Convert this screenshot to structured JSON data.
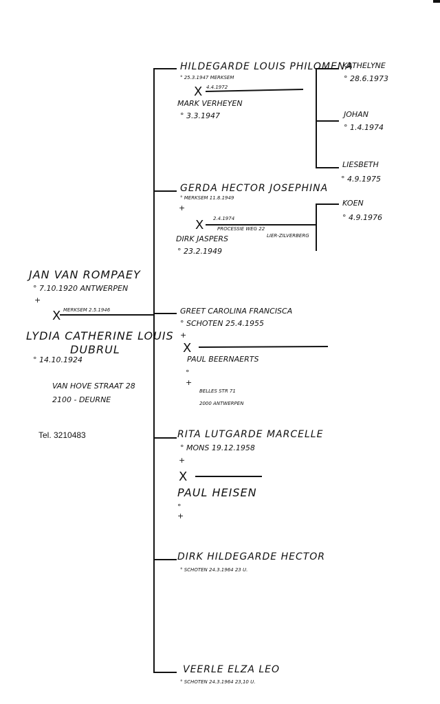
{
  "parents": {
    "father_name": "JAN VAN ROMPAEY",
    "father_birth": "° 7.10.1920 ANTWERPEN",
    "father_death": "+",
    "marriage": "MERKSEM 2.5.1946",
    "mother_name": "LYDIA CATHERINE LOUIS",
    "mother_surname": "DUBRUL",
    "mother_birth": "° 14.10.1924",
    "address_street": "VAN HOVE STRAAT 28",
    "address_city": "2100 - DEURNE",
    "phone": "Tel. 3210483"
  },
  "children": [
    {
      "name": "HILDEGARDE LOUIS PHILOMENA",
      "birth": "° 25.3.1947 MERKSEM",
      "marriage": "4.4.1972",
      "spouse": "MARK VERHEYEN",
      "spouse_birth": "° 3.3.1947",
      "grandchildren": [
        {
          "name": "KATHELYNE",
          "birth": "° 28.6.1973"
        },
        {
          "name": "JOHAN",
          "birth": "° 1.4.1974"
        },
        {
          "name": "LIESBETH",
          "birth": "° 4.9.1975"
        }
      ]
    },
    {
      "name": "GERDA HECTOR JOSEPHINA",
      "birth": "° MERKSEM 11.8.1949",
      "death": "+",
      "marriage": "2.4.1974",
      "marriage_note": "PROCESSIE WEG 22",
      "marriage_note2": "LIER-ZILVERBERG",
      "spouse": "DIRK JASPERS",
      "spouse_birth": "° 23.2.1949",
      "grandchildren": [
        {
          "name": "KOEN",
          "birth": "° 4.9.1976"
        }
      ]
    },
    {
      "name": "GREET CAROLINA FRANCISCA",
      "birth": "° SCHOTEN 25.4.1955",
      "death": "+",
      "spouse": "PAUL BEERNAERTS",
      "spouse_birth": "°",
      "spouse_death": "+",
      "address_street": "BELLES STR 71",
      "address_city": "2000 ANTWERPEN"
    },
    {
      "name": "RITA LUTGARDE MARCELLE",
      "birth": "° MONS 19.12.1958",
      "death": "+",
      "spouse": "PAUL HEISEN",
      "spouse_birth": "°",
      "spouse_death": "+"
    },
    {
      "name": "DIRK HILDEGARDE HECTOR",
      "birth": "° SCHOTEN 24.3.1964 23 U."
    },
    {
      "name": "VEERLE ELZA LEO",
      "birth": "° SCHOTEN 24.3.1964 23,10 U."
    }
  ],
  "symbols": {
    "marriage_x": "X"
  }
}
